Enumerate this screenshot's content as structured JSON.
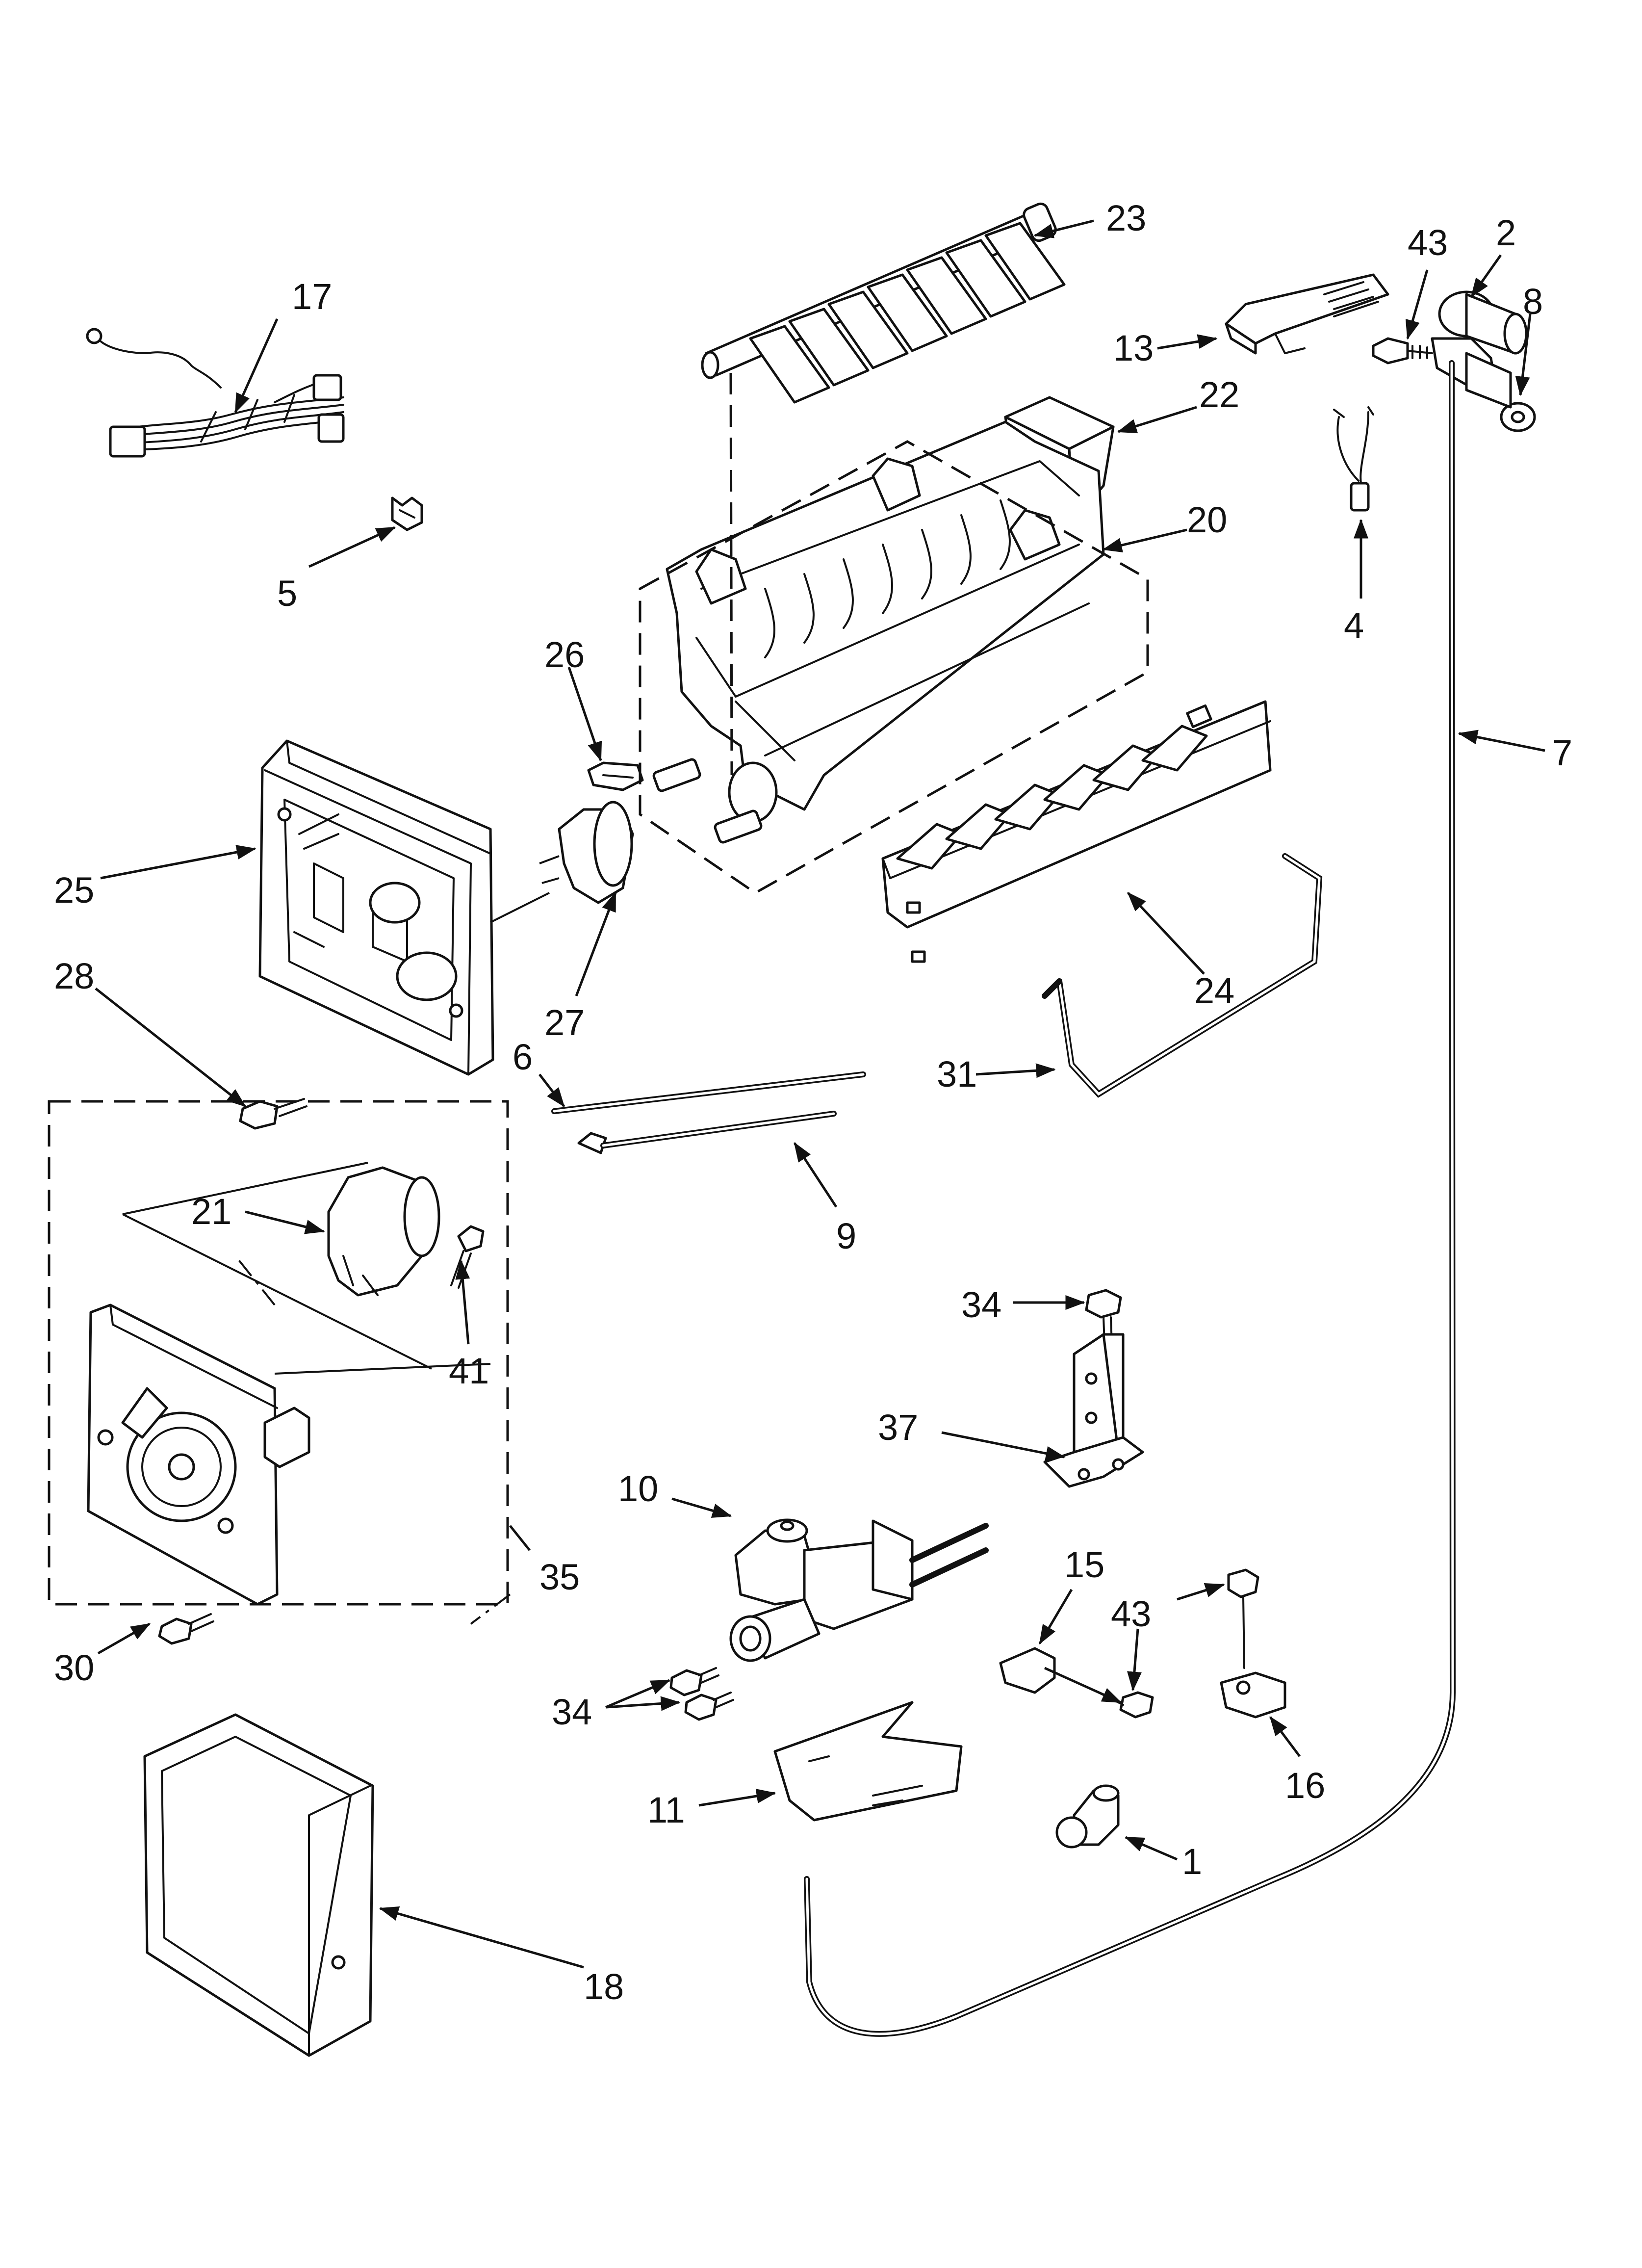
{
  "diagram": {
    "callouts": [
      {
        "num": "23"
      },
      {
        "num": "43"
      },
      {
        "num": "2"
      },
      {
        "num": "8"
      },
      {
        "num": "17"
      },
      {
        "num": "13"
      },
      {
        "num": "22"
      },
      {
        "num": "20"
      },
      {
        "num": "5"
      },
      {
        "num": "4"
      },
      {
        "num": "26"
      },
      {
        "num": "7"
      },
      {
        "num": "25"
      },
      {
        "num": "28"
      },
      {
        "num": "27"
      },
      {
        "num": "24"
      },
      {
        "num": "31"
      },
      {
        "num": "6"
      },
      {
        "num": "21"
      },
      {
        "num": "9"
      },
      {
        "num": "41"
      },
      {
        "num": "34"
      },
      {
        "num": "37"
      },
      {
        "num": "10"
      },
      {
        "num": "35"
      },
      {
        "num": "15"
      },
      {
        "num": "43"
      },
      {
        "num": "30"
      },
      {
        "num": "34"
      },
      {
        "num": "16"
      },
      {
        "num": "11"
      },
      {
        "num": "1"
      },
      {
        "num": "18"
      }
    ]
  }
}
